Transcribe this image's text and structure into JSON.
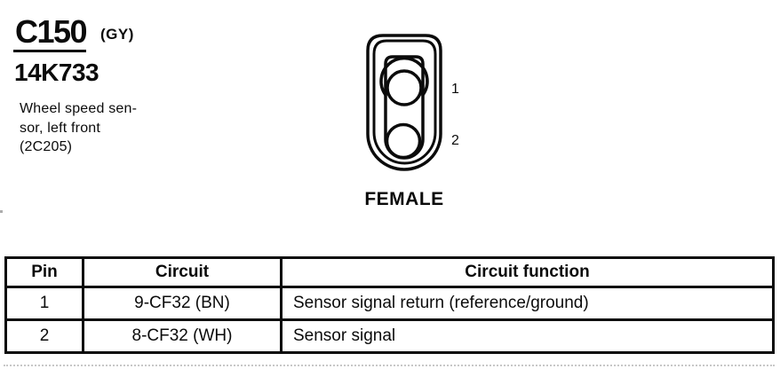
{
  "doc": {
    "connector_id": "C150",
    "connector_color_code": "(GY)",
    "part_number": "14K733",
    "description": {
      "line1": "Wheel speed sen-",
      "line2": "sor, left front",
      "line3": "(2C205)"
    },
    "connector_view": {
      "gender_label": "FEMALE",
      "pin_labels": {
        "pin1": "1",
        "pin2": "2"
      }
    },
    "pinout_table": {
      "headers": {
        "pin": "Pin",
        "circuit": "Circuit",
        "function": "Circuit function"
      },
      "rows": [
        {
          "pin": "1",
          "circuit": "9-CF32 (BN)",
          "function": "Sensor signal return (reference/ground)"
        },
        {
          "pin": "2",
          "circuit": "8-CF32 (WH)",
          "function": "Sensor signal"
        }
      ]
    },
    "colors": {
      "ink": "#0b0b0b",
      "paper": "#ffffff"
    }
  }
}
